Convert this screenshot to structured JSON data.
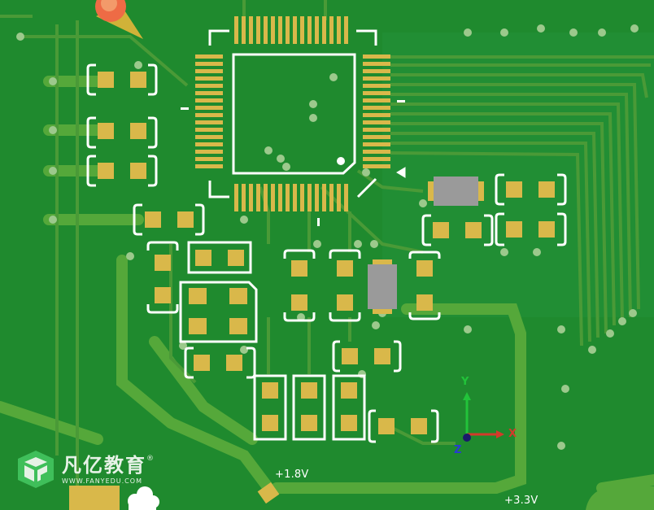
{
  "canvas": {
    "board_color": "#1f8a2e",
    "trace_color": "#55a83a",
    "pad_color": "#d9b84a",
    "silkscreen_color": "#ffffff",
    "component_body_color": "#9a9a9a"
  },
  "net_labels": {
    "v18": "+1.8V",
    "v33": "+3.3V"
  },
  "axis_gizmo": {
    "x_label": "X",
    "y_label": "Y",
    "z_label": "Z",
    "x_color": "#d43a2a",
    "y_color": "#22c33a",
    "z_color": "#2a3ad4"
  },
  "watermark": {
    "brand_name": "凡亿教育",
    "url": "WWW.FANYEDU.COM",
    "registered_mark": "®"
  },
  "icons": {
    "logo": "fanyi-logo-icon",
    "highlight": "orange-marker-icon"
  }
}
